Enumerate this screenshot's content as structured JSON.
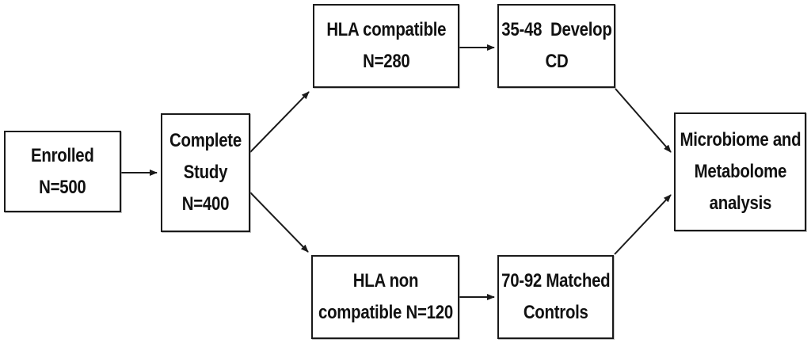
{
  "colors": {
    "background": "#ffffff",
    "box_border": "#1a1a1a",
    "text": "#111111",
    "arrow": "#1a1a1a"
  },
  "diagram": {
    "nodes": {
      "enrolled": {
        "label": "Enrolled\nN=500"
      },
      "complete_study": {
        "label": "Complete\nStudy\nN=400"
      },
      "hla_compatible": {
        "label": "HLA compatible\nN=280"
      },
      "develop_cd": {
        "label": "35-48  Develop\nCD"
      },
      "hla_non_compatible": {
        "label": "HLA non\ncompatible N=120"
      },
      "matched_controls": {
        "label": "70-92 Matched\nControls"
      },
      "microbiome": {
        "label": "Microbiome and\nMetabolome\nanalysis"
      }
    },
    "edges": [
      {
        "from": "enrolled",
        "to": "complete_study"
      },
      {
        "from": "complete_study",
        "to": "hla_compatible"
      },
      {
        "from": "complete_study",
        "to": "hla_non_compatible"
      },
      {
        "from": "hla_compatible",
        "to": "develop_cd"
      },
      {
        "from": "hla_non_compatible",
        "to": "matched_controls"
      },
      {
        "from": "develop_cd",
        "to": "microbiome"
      },
      {
        "from": "matched_controls",
        "to": "microbiome"
      }
    ]
  }
}
